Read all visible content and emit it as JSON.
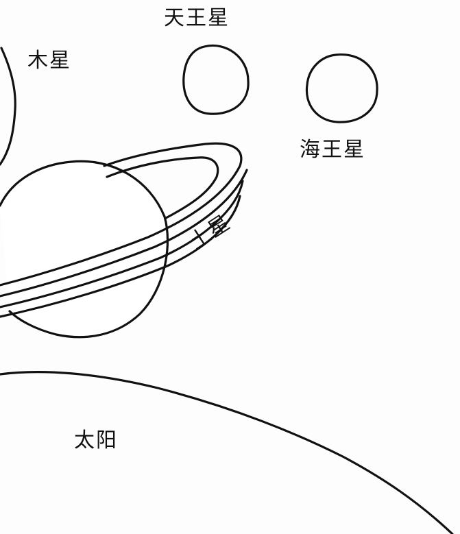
{
  "labels": {
    "uranus": "天王星",
    "jupiter": "木星",
    "neptune": "海王星",
    "saturn": "土星",
    "sun": "太阳"
  }
}
